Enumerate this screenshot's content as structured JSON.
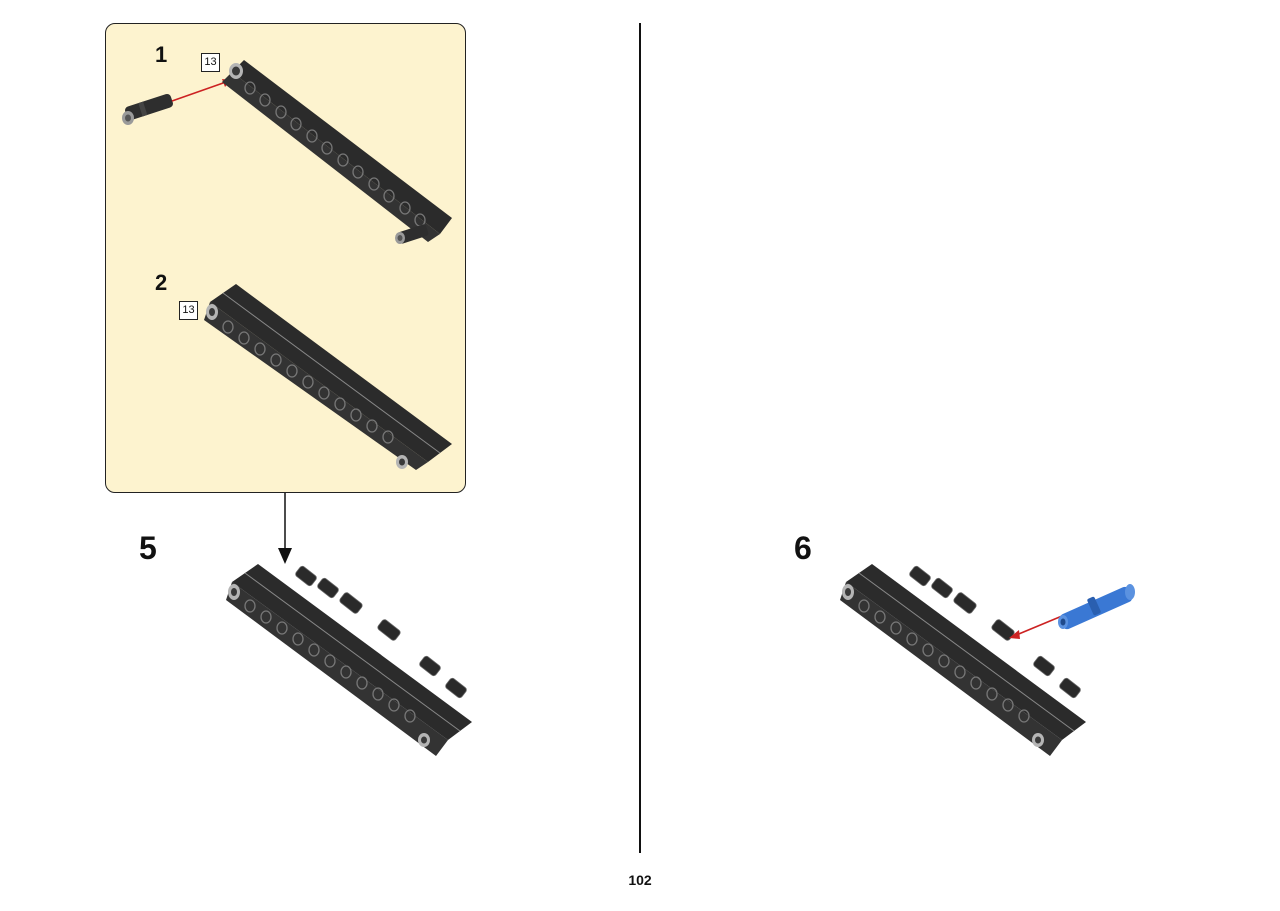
{
  "steps": {
    "sub1": {
      "number": "1",
      "qty": "13"
    },
    "sub2": {
      "number": "2",
      "qty": "13"
    },
    "main5": {
      "number": "5"
    },
    "main6": {
      "number": "6"
    }
  },
  "page_number": "102",
  "colors": {
    "subassembly_bg": "#fdf3cf",
    "beam": "#2a2a2a",
    "pin_blue": "#3a78d4",
    "arrow_red": "#cc2222"
  },
  "icons": [
    "beam-13-icon",
    "black-axle-pin-icon",
    "blue-long-pin-icon",
    "arrow-icon"
  ]
}
